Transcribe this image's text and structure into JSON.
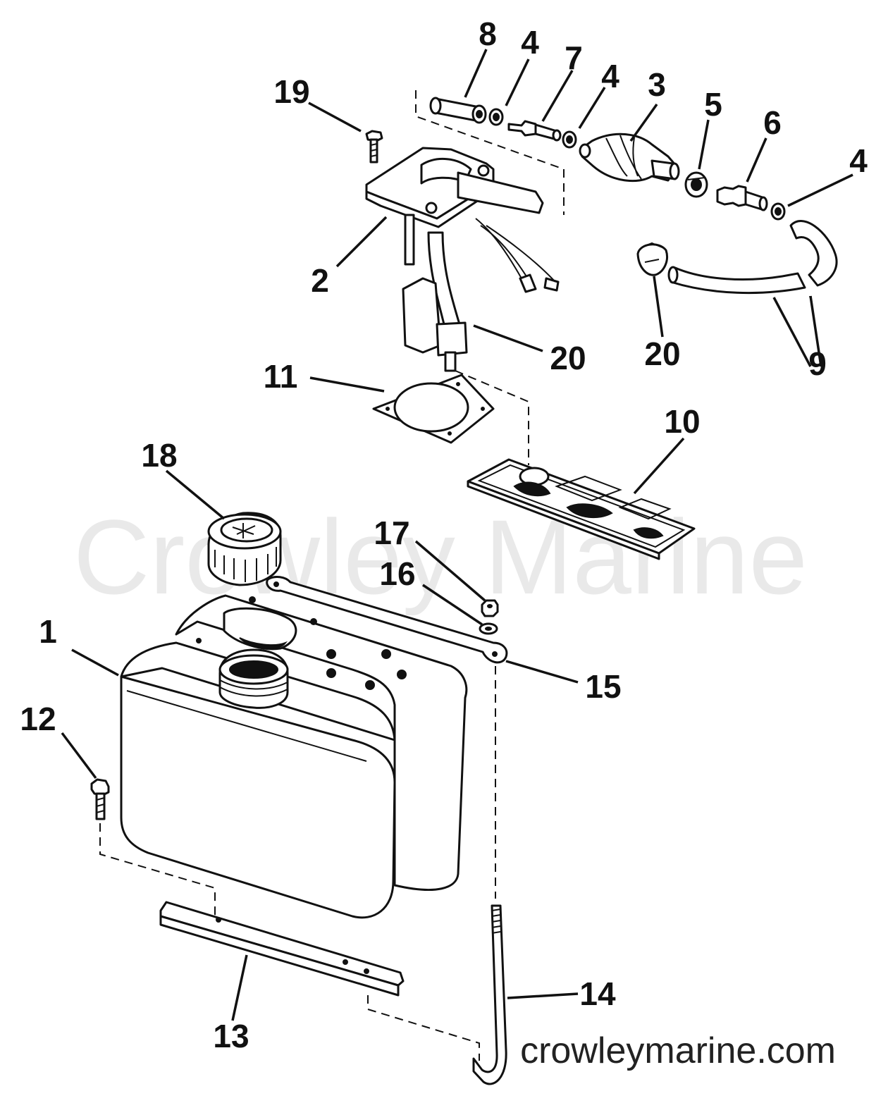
{
  "watermark": {
    "center_text": "Crowley Marine",
    "footer_text": "crowleymarine.com"
  },
  "callouts": {
    "c1": "1",
    "c2": "2",
    "c3": "3",
    "c4a": "4",
    "c4b": "4",
    "c4c": "4",
    "c5": "5",
    "c6": "6",
    "c7": "7",
    "c8": "8",
    "c9": "9",
    "c10": "10",
    "c11": "11",
    "c12": "12",
    "c13": "13",
    "c14": "14",
    "c15": "15",
    "c16": "16",
    "c17": "17",
    "c18": "18",
    "c19": "19",
    "c20a": "20",
    "c20b": "20"
  },
  "colors": {
    "ink": "#111111",
    "paper": "#ffffff",
    "watermark": "#e9e9e9"
  }
}
